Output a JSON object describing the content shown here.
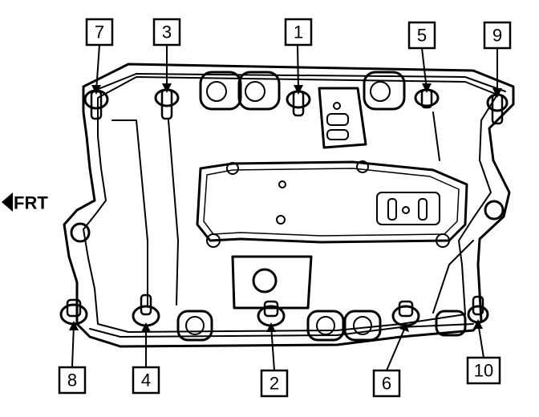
{
  "direction_label": "FRT",
  "callouts": [
    {
      "id": "bolt-1",
      "label": "1"
    },
    {
      "id": "bolt-2",
      "label": "2"
    },
    {
      "id": "bolt-3",
      "label": "3"
    },
    {
      "id": "bolt-4",
      "label": "4"
    },
    {
      "id": "bolt-5",
      "label": "5"
    },
    {
      "id": "bolt-6",
      "label": "6"
    },
    {
      "id": "bolt-7",
      "label": "7"
    },
    {
      "id": "bolt-8",
      "label": "8"
    },
    {
      "id": "bolt-9",
      "label": "9"
    },
    {
      "id": "bolt-10",
      "label": "10"
    }
  ]
}
